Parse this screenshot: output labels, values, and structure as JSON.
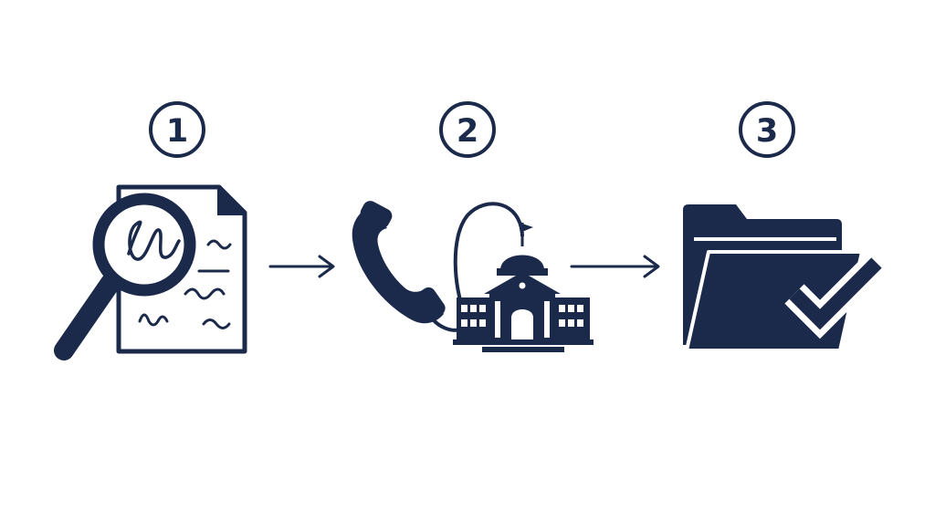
{
  "colors": {
    "ink": "#1b2a4a",
    "background": "#ffffff"
  },
  "steps": [
    {
      "number": "1",
      "icon": "document-magnifier-icon"
    },
    {
      "number": "2",
      "icon": "phone-government-building-icon"
    },
    {
      "number": "3",
      "icon": "folder-checkmark-icon"
    }
  ],
  "connectors": [
    {
      "icon": "arrow-right-icon"
    },
    {
      "icon": "arrow-right-icon"
    }
  ]
}
